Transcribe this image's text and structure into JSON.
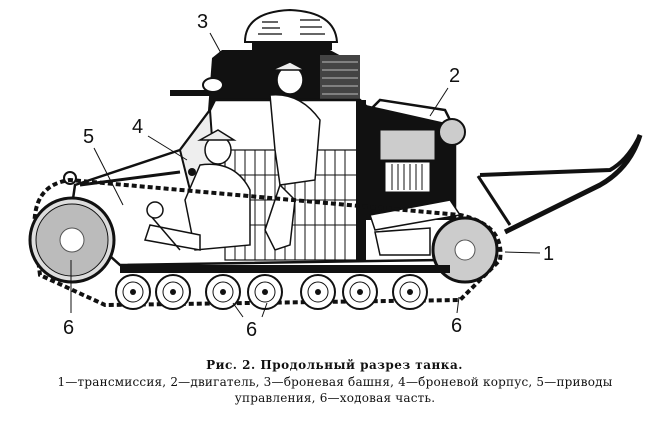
{
  "figure": {
    "subject": "Longitudinal cutaway drawing of a tank (MS-1 / T-18 style light tank)",
    "colors": {
      "ink": "#111111",
      "paper": "#ffffff",
      "shade": "#555555"
    },
    "labels": [
      {
        "id": "1",
        "text": "1",
        "part": "трансмиссия"
      },
      {
        "id": "2",
        "text": "2",
        "part": "двигатель"
      },
      {
        "id": "3",
        "text": "3",
        "part": "броневая башня"
      },
      {
        "id": "4",
        "text": "4",
        "part": "броневой корпус"
      },
      {
        "id": "5",
        "text": "5",
        "part": "приводы управления"
      },
      {
        "id": "6a",
        "text": "6",
        "part": "ходовая часть"
      },
      {
        "id": "6b",
        "text": "6",
        "part": "ходовая часть"
      },
      {
        "id": "6c",
        "text": "6",
        "part": "ходовая часть"
      }
    ]
  },
  "caption": {
    "title": "Рис. 2. Продольный разрез танка.",
    "line1": "1—трансмиссия, 2—двигатель, 3—броневая башня, 4—броневой корпус, 5—приводы",
    "line2": "управления, 6—ходовая часть."
  }
}
